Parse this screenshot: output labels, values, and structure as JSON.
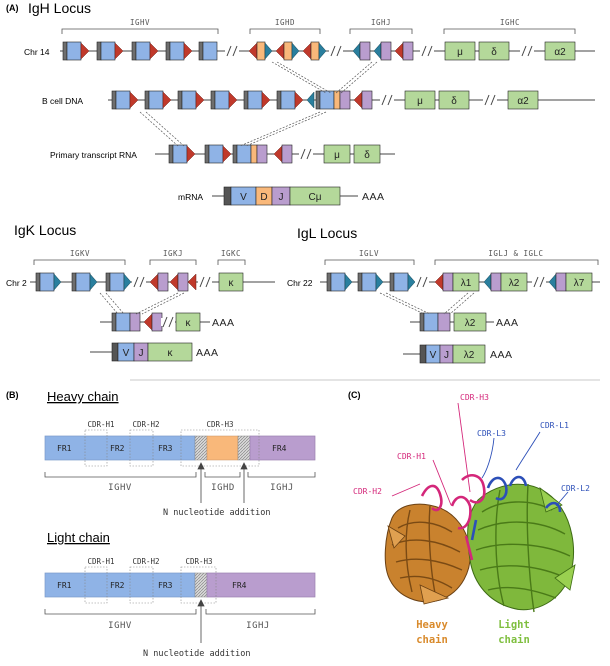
{
  "panels": {
    "a": "(A)",
    "b": "(B)",
    "c": "(C)"
  },
  "igh": {
    "title": "IgH Locus",
    "chromosome": "Chr 14",
    "groups": {
      "v": "IGHV",
      "d": "IGHD",
      "j": "IGHJ",
      "c": "IGHC"
    },
    "constant": [
      "μ",
      "δ",
      "α2"
    ],
    "rows": {
      "bcell": "B cell DNA",
      "primary": "Primary transcript RNA",
      "mrna": "mRNA"
    },
    "mrna_segments": [
      "V",
      "D",
      "J",
      "Cμ"
    ],
    "polya": "AAA"
  },
  "igk": {
    "title": "IgK Locus",
    "chromosome": "Chr 2",
    "groups": {
      "v": "IGKV",
      "j": "IGKJ",
      "c": "IGKC"
    },
    "constant": "κ",
    "mrna_segments": [
      "V",
      "J",
      "κ"
    ],
    "polya": "AAA"
  },
  "igl": {
    "title": "IgL Locus",
    "chromosome": "Chr 22",
    "groups": {
      "v": "IGLV",
      "jc": "IGLJ & IGLC"
    },
    "constant": [
      "λ1",
      "λ2",
      "λ7"
    ],
    "mrna_segments": [
      "V",
      "J",
      "λ2"
    ],
    "polya": "AAA"
  },
  "heavy_chain": {
    "title": "Heavy chain",
    "frameworks": [
      "FR1",
      "FR2",
      "FR3",
      "FR4"
    ],
    "cdrs": [
      "CDR-H1",
      "CDR-H2",
      "CDR-H3"
    ],
    "genes": [
      "IGHV",
      "IGHD",
      "IGHJ"
    ],
    "note": "N nucleotide addition"
  },
  "light_chain": {
    "title": "Light chain",
    "frameworks": [
      "FR1",
      "FR2",
      "FR3",
      "FR4"
    ],
    "cdrs": [
      "CDR-H1",
      "CDR-H2",
      "CDR-H3"
    ],
    "genes": [
      "IGHV",
      "IGHJ"
    ],
    "note": "N nucleotide addition"
  },
  "structure": {
    "cdr_labels": [
      "CDR-H3",
      "CDR-H1",
      "CDR-H2",
      "CDR-L3",
      "CDR-L1",
      "CDR-L2"
    ],
    "heavy_label": [
      "Heavy",
      "chain"
    ],
    "light_label": [
      "Light",
      "chain"
    ],
    "colors": {
      "heavy": "#d98a2b",
      "light": "#7fbf3f",
      "heavy_cdr": "#d4277a",
      "light_cdr": "#2c4fb8"
    }
  }
}
